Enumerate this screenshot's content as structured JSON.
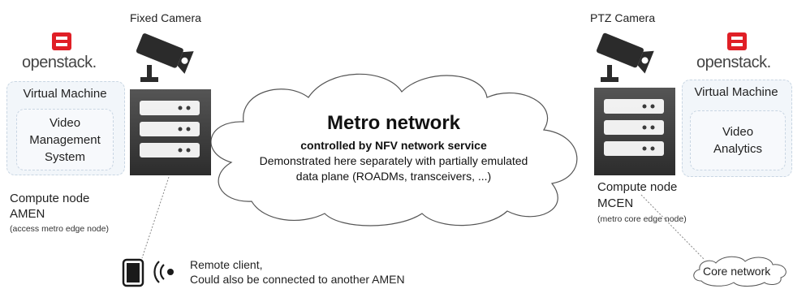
{
  "left": {
    "camera_label": "Fixed Camera",
    "brand": "openstack.",
    "vm_title": "Virtual Machine",
    "app": "Video\nManagement\nSystem",
    "node_title": "Compute node",
    "node_name": "AMEN",
    "node_desc": "(access metro edge node)"
  },
  "right": {
    "camera_label": "PTZ Camera",
    "brand": "openstack.",
    "vm_title": "Virtual Machine",
    "app": "Video\nAnalytics",
    "node_title": "Compute node",
    "node_name": "MCEN",
    "node_desc": "(metro core edge node)"
  },
  "cloud": {
    "title": "Metro network",
    "subtitle": "controlled by NFV network service",
    "line1": "Demonstrated here separately with partially emulated",
    "line2": "data plane (ROADMs, transceivers, ...)"
  },
  "client": {
    "line1": "Remote client,",
    "line2": "Could also be connected to another AMEN"
  },
  "core": {
    "label": "Core network"
  },
  "colors": {
    "openstack_red": "#e01f26",
    "server_dark": "#3d3d3d",
    "camera": "#2b2b2b"
  }
}
